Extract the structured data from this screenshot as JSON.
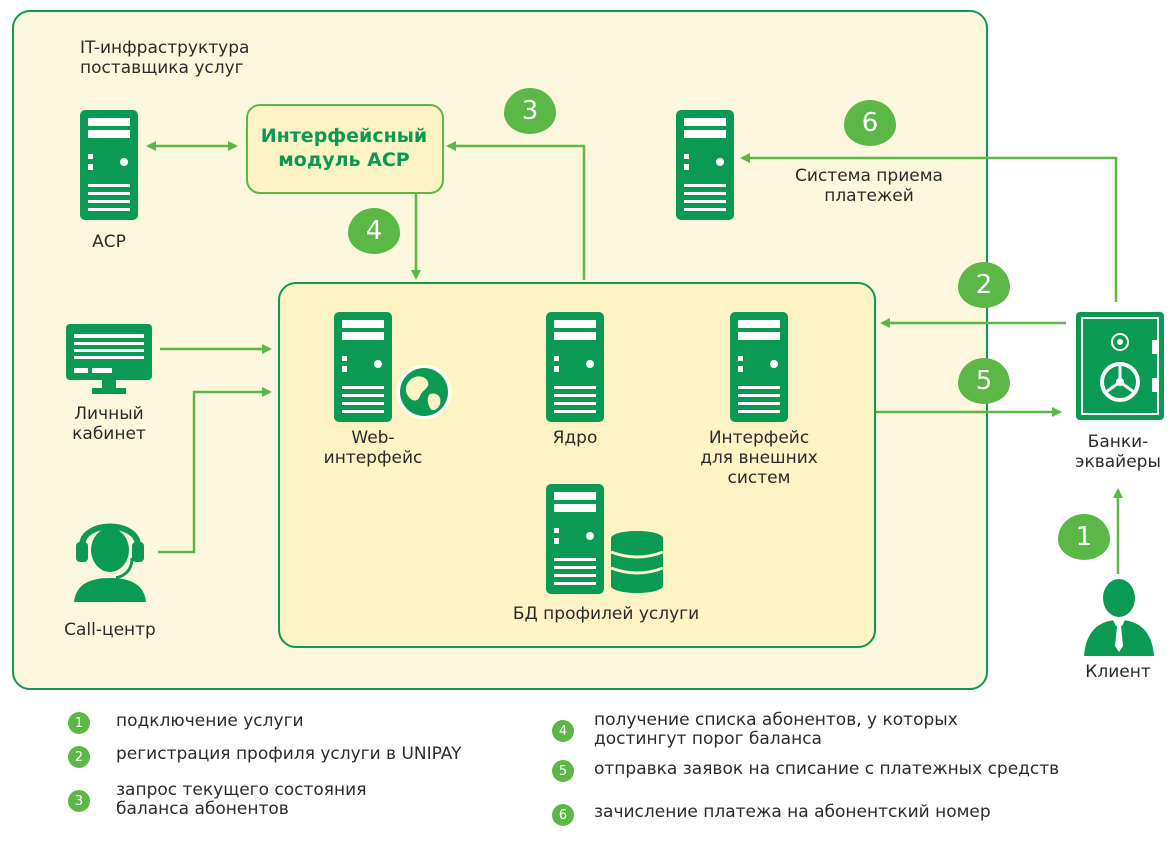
{
  "colors": {
    "frame": "#0a9a53",
    "panel": "#fdf8dd",
    "accent": "#5bb746",
    "server": "#0a9a53"
  },
  "infra": {
    "title": "IT-инфраструктура\nпоставщика услуг"
  },
  "nodes": {
    "acp": "АСР",
    "module": "Интерфейсный\nмодуль АСР",
    "payments": "Система приема\nплатежей",
    "cabinet": "Личный\nкабинет",
    "callcenter": "Call-центр",
    "web": "Web-\nинтерфейс",
    "core": "Ядро",
    "external": "Интерфейс\nдля внешних\nсистем",
    "db": "БД профилей услуги",
    "banks": "Банки-\nэквайеры",
    "client": "Клиент"
  },
  "steps": [
    {
      "num": "1",
      "text": "подключение услуги"
    },
    {
      "num": "2",
      "text": "регистрация профиля услуги в UNIPAY"
    },
    {
      "num": "3",
      "text": "запрос текущего состояния\nбаланса абонентов"
    },
    {
      "num": "4",
      "text": "получение списка абонентов, у которых\nдостингут порог баланса"
    },
    {
      "num": "5",
      "text": "отправка заявок на списание с платежных средств"
    },
    {
      "num": "6",
      "text": "зачисление платежа на абонентский номер"
    }
  ]
}
